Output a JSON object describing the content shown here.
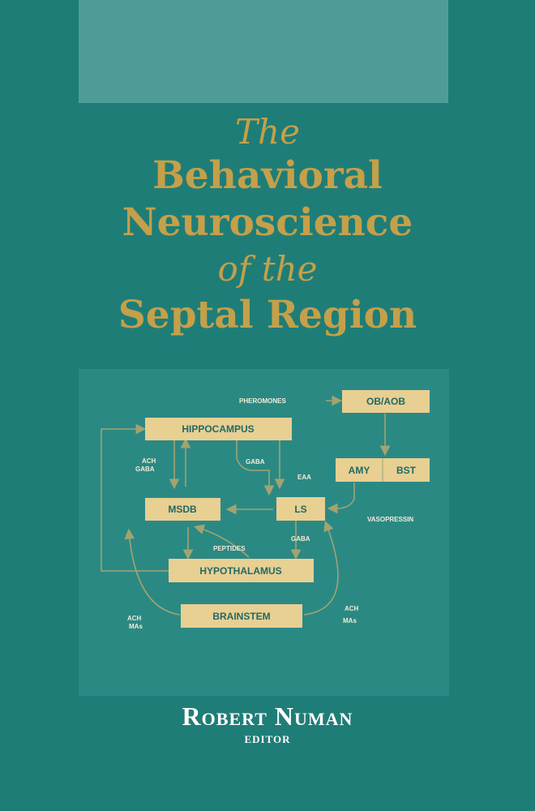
{
  "cover": {
    "title": {
      "line1": "The",
      "line2": "Behavioral",
      "line3": "Neuroscience",
      "line4": "of the",
      "line5": "Septal Region"
    },
    "author": "Robert Numan",
    "role": "EDITOR",
    "colors": {
      "background": "#1f7d77",
      "band": "#4e9c98",
      "title": "#c4a04a",
      "box": "#e8cf92"
    }
  },
  "diagram": {
    "nodes": {
      "ob_aob": "OB/AOB",
      "hippocampus": "HIPPOCAMPUS",
      "amy": "AMY",
      "bst": "BST",
      "msdb": "MSDB",
      "ls": "LS",
      "hypothalamus": "HYPOTHALAMUS",
      "brainstem": "BRAINSTEM"
    },
    "labels": {
      "pheromones": "PHEROMONES",
      "ach_left": "ACH",
      "gaba_left": "GABA",
      "gaba_mid": "GABA",
      "eaa": "EAA",
      "vasopressin": "VASOPRESSIN",
      "peptides": "PEPTIDES",
      "gaba_low": "GABA",
      "ach_bl": "ACH",
      "mas_bl": "MAs",
      "ach_br": "ACH",
      "mas_br": "MAs"
    }
  }
}
